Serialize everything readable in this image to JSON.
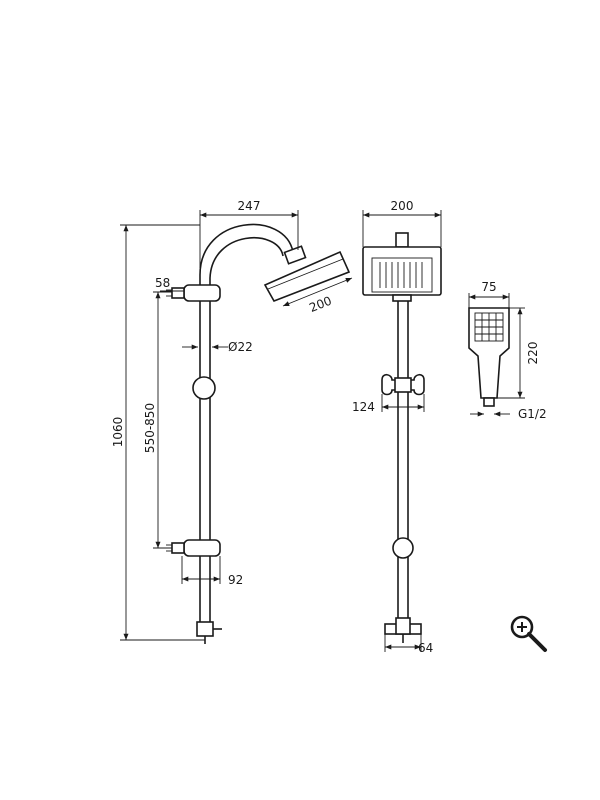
{
  "drawing": {
    "side_view": {
      "total_height": "1060",
      "bracket_range": "550-850",
      "arm_reach": "247",
      "head_width": "200",
      "wall_offset_top": "58",
      "pipe_diameter": "Ø22",
      "wall_offset_bottom": "92"
    },
    "front_view": {
      "head_width": "200",
      "holder_width": "124",
      "inlet_width": "64"
    },
    "hand_shower": {
      "width": "75",
      "height": "220",
      "thread": "G1/2"
    }
  },
  "controls": {
    "zoom_icon": "zoom-in-icon"
  }
}
